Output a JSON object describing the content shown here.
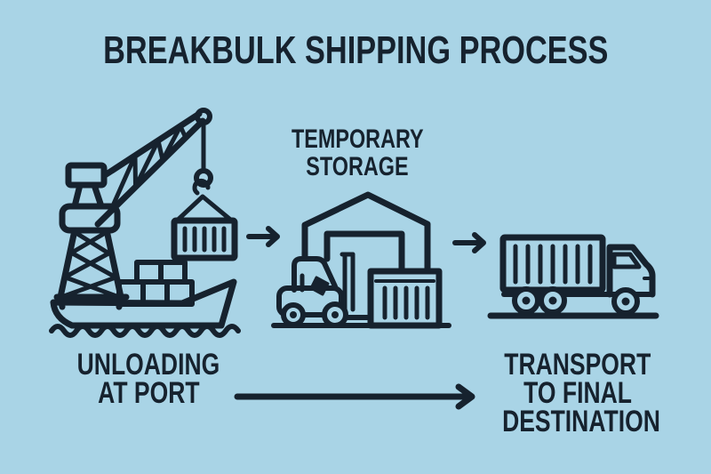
{
  "title": "BREAKBULK SHIPPING PROCESS",
  "colors": {
    "background": "#a9d4e6",
    "ink": "#16222e"
  },
  "steps": [
    {
      "name": "unloading-at-port",
      "icon": "crane-ship-icon",
      "label_lines": [
        "UNLOADING",
        "AT PORT"
      ]
    },
    {
      "name": "temporary-storage",
      "icon": "warehouse-forklift-icon",
      "label_lines": [
        "TEMPORARY",
        "STORAGE"
      ]
    },
    {
      "name": "transport-to-final-destination",
      "icon": "truck-icon",
      "label_lines": [
        "TRANSPORT",
        "TO FINAL",
        "DESTINATION"
      ]
    }
  ],
  "icons": [
    "crane-ship-icon",
    "arrow-right-icon",
    "warehouse-forklift-icon",
    "arrow-right-icon",
    "truck-icon",
    "long-flow-arrow-icon"
  ]
}
